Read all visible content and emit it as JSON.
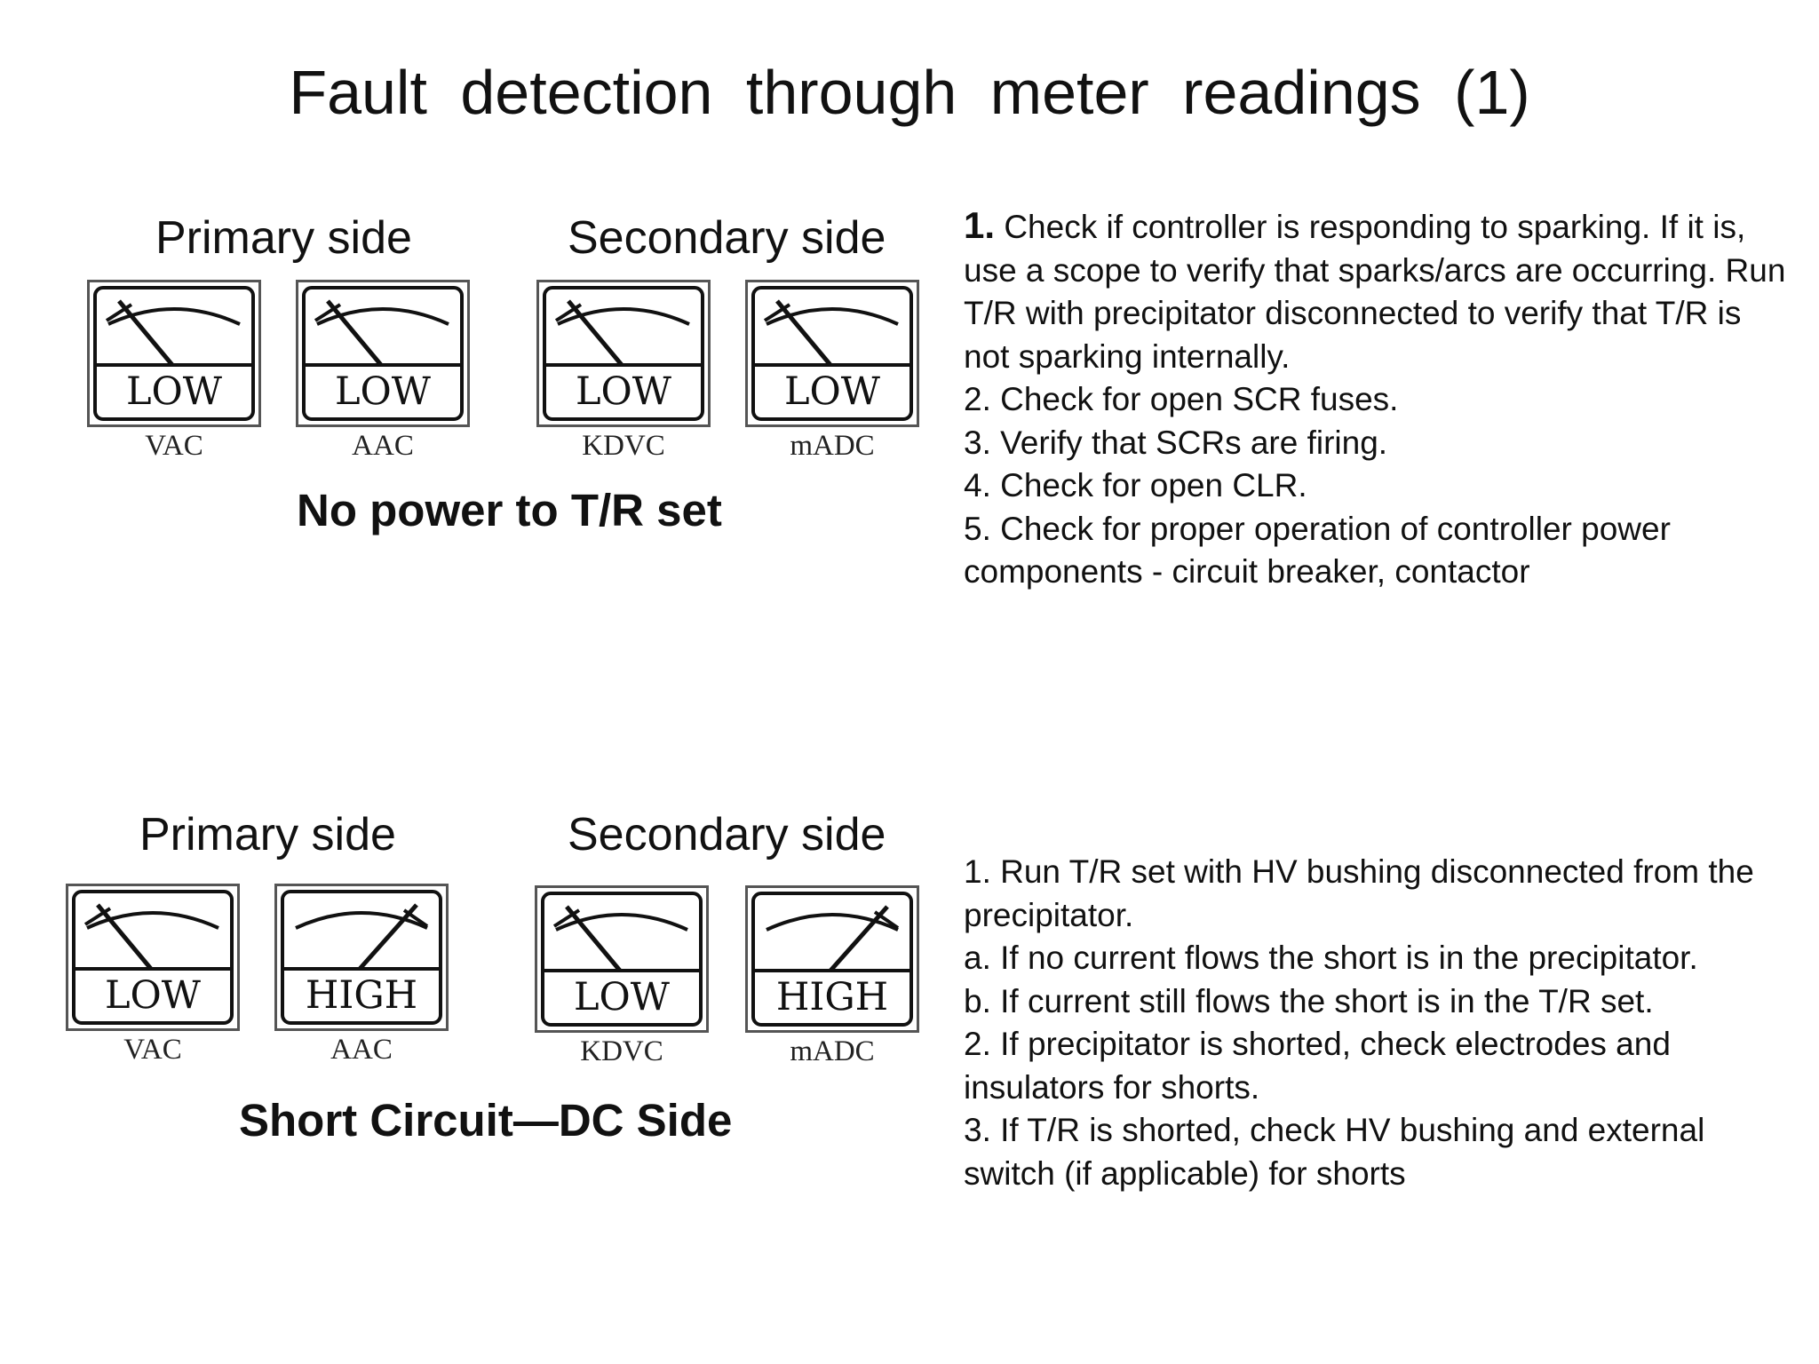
{
  "title": "Fault  detection  through  meter  readings (1)",
  "panels": [
    {
      "primary_label": "Primary side",
      "secondary_label": "Secondary side",
      "caption": "No power to T/R set",
      "meters": [
        {
          "reading": "LOW",
          "unit": "VAC"
        },
        {
          "reading": "LOW",
          "unit": "AAC"
        },
        {
          "reading": "LOW",
          "unit": "KDVC"
        },
        {
          "reading": "LOW",
          "unit": "mADC"
        }
      ],
      "lead_number": "1.",
      "steps": [
        "Check if controller is responding to sparking. If it is, use a scope to verify that sparks/arcs are occurring. Run T/R with precipitator disconnected to verify that T/R is not sparking internally.",
        "2. Check for open SCR fuses.",
        "3. Verify that SCRs are firing.",
        "4. Check for open CLR.",
        "5. Check for proper operation of controller power components - circuit breaker, contactor"
      ]
    },
    {
      "primary_label": "Primary side",
      "secondary_label": "Secondary side",
      "caption": "Short Circuit—DC Side",
      "meters": [
        {
          "reading": "LOW",
          "unit": "VAC"
        },
        {
          "reading": "HIGH",
          "unit": "AAC"
        },
        {
          "reading": "LOW",
          "unit": "KDVC"
        },
        {
          "reading": "HIGH",
          "unit": "mADC"
        }
      ],
      "steps": [
        "1. Run T/R set with HV bushing disconnected from the precipitator.",
        "a. If no current flows the short is in the precipitator.",
        "b. If current still flows the short is in the T/R set.",
        "2. If precipitator is shorted, check electrodes and insulators for shorts.",
        "3. If T/R is shorted, check HV bushing and external switch (if applicable) for  shorts"
      ]
    }
  ]
}
